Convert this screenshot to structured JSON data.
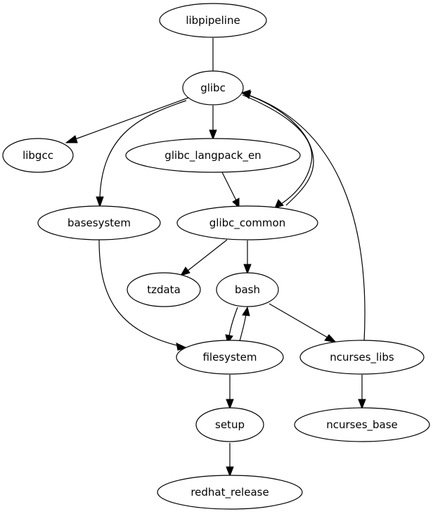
{
  "graph": {
    "title": "",
    "nodes": [
      {
        "id": "libpipeline",
        "label": "libpipeline"
      },
      {
        "id": "glibc",
        "label": "glibc"
      },
      {
        "id": "libgcc",
        "label": "libgcc"
      },
      {
        "id": "glibc_langpack_en",
        "label": "glibc_langpack_en"
      },
      {
        "id": "basesystem",
        "label": "basesystem"
      },
      {
        "id": "glibc_common",
        "label": "glibc_common"
      },
      {
        "id": "tzdata",
        "label": "tzdata"
      },
      {
        "id": "bash",
        "label": "bash"
      },
      {
        "id": "filesystem",
        "label": "filesystem"
      },
      {
        "id": "ncurses_libs",
        "label": "ncurses_libs"
      },
      {
        "id": "setup",
        "label": "setup"
      },
      {
        "id": "ncurses_base",
        "label": "ncurses_base"
      },
      {
        "id": "redhat_release",
        "label": "redhat_release"
      }
    ],
    "edges": [
      {
        "from": "libpipeline",
        "to": "glibc"
      },
      {
        "from": "glibc",
        "to": "libgcc"
      },
      {
        "from": "glibc",
        "to": "glibc_langpack_en"
      },
      {
        "from": "glibc",
        "to": "basesystem"
      },
      {
        "from": "glibc",
        "to": "glibc_common"
      },
      {
        "from": "glibc_common",
        "to": "glibc"
      },
      {
        "from": "glibc_langpack_en",
        "to": "glibc_common"
      },
      {
        "from": "glibc_common",
        "to": "tzdata"
      },
      {
        "from": "glibc_common",
        "to": "bash"
      },
      {
        "from": "basesystem",
        "to": "filesystem"
      },
      {
        "from": "bash",
        "to": "filesystem"
      },
      {
        "from": "filesystem",
        "to": "bash"
      },
      {
        "from": "bash",
        "to": "ncurses_libs"
      },
      {
        "from": "ncurses_libs",
        "to": "glibc"
      },
      {
        "from": "filesystem",
        "to": "setup"
      },
      {
        "from": "ncurses_libs",
        "to": "ncurses_base"
      },
      {
        "from": "setup",
        "to": "redhat_release"
      }
    ]
  }
}
